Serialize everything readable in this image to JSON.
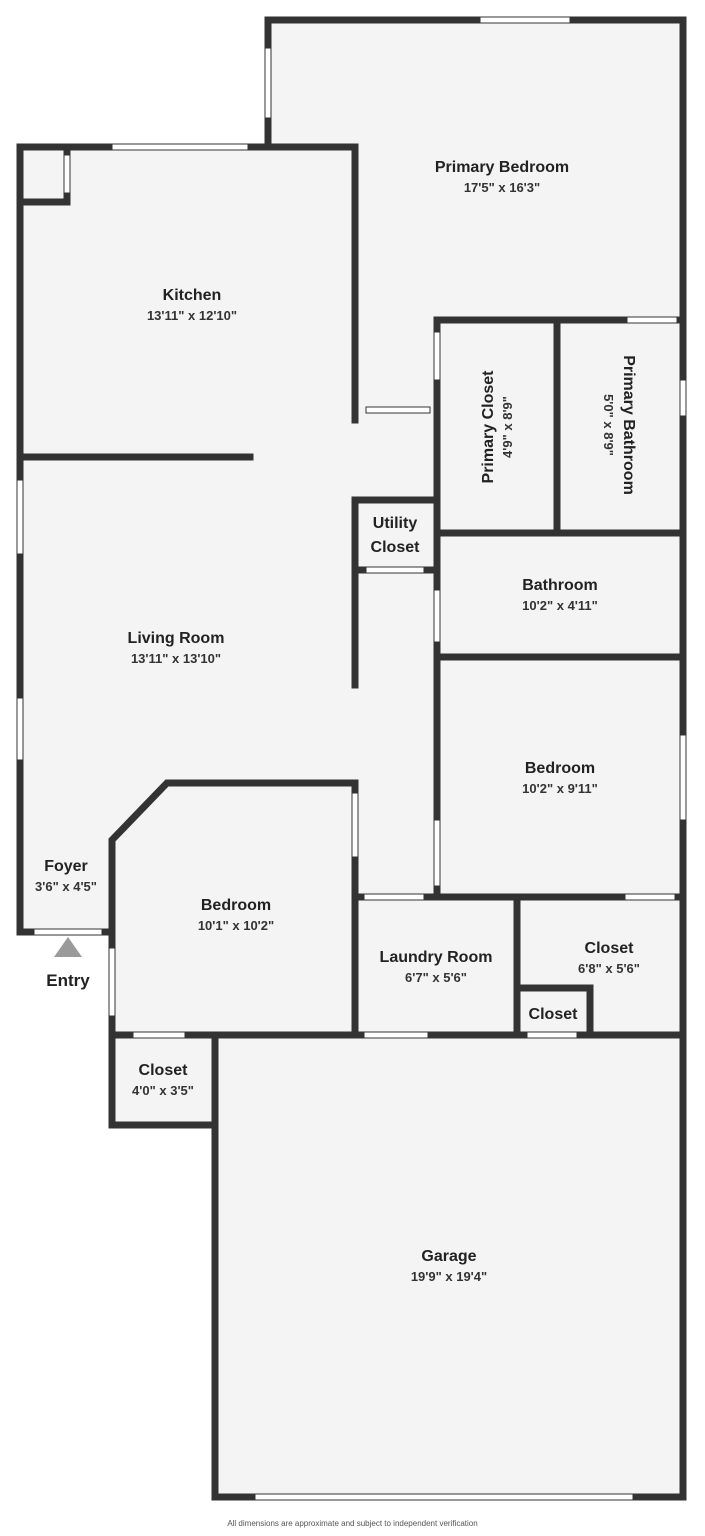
{
  "colors": {
    "wall": "#333333",
    "floor": "#f4f4f4",
    "window": "#ffffff",
    "entry_arrow": "#9a9a9a"
  },
  "rooms": {
    "primary_bedroom": {
      "name": "Primary Bedroom",
      "dim": "17'5\" x 16'3\""
    },
    "kitchen": {
      "name": "Kitchen",
      "dim": "13'11\" x 12'10\""
    },
    "primary_closet": {
      "name": "Primary Closet",
      "dim": "4'9\" x 8'9\""
    },
    "primary_bathroom": {
      "name": "Primary Bathroom",
      "dim": "5'0\" x 8'9\""
    },
    "utility_closet": {
      "name_line1": "Utility",
      "name_line2": "Closet"
    },
    "bathroom": {
      "name": "Bathroom",
      "dim": "10'2\" x 4'11\""
    },
    "living_room": {
      "name": "Living Room",
      "dim": "13'11\" x 13'10\""
    },
    "bedroom_right": {
      "name": "Bedroom",
      "dim": "10'2\" x 9'11\""
    },
    "foyer": {
      "name": "Foyer",
      "dim": "3'6\" x 4'5\""
    },
    "bedroom_left": {
      "name": "Bedroom",
      "dim": "10'1\" x 10'2\""
    },
    "laundry_room": {
      "name": "Laundry Room",
      "dim": "6'7\" x 5'6\""
    },
    "closet_right": {
      "name": "Closet",
      "dim": "6'8\" x 5'6\""
    },
    "closet_small": {
      "name": "Closet"
    },
    "closet_left": {
      "name": "Closet",
      "dim": "4'0\" x 3'5\""
    },
    "garage": {
      "name": "Garage",
      "dim": "19'9\" x 19'4\""
    }
  },
  "entry": {
    "label": "Entry"
  },
  "footer": {
    "disclaimer": "All dimensions are approximate and subject to independent verification"
  }
}
